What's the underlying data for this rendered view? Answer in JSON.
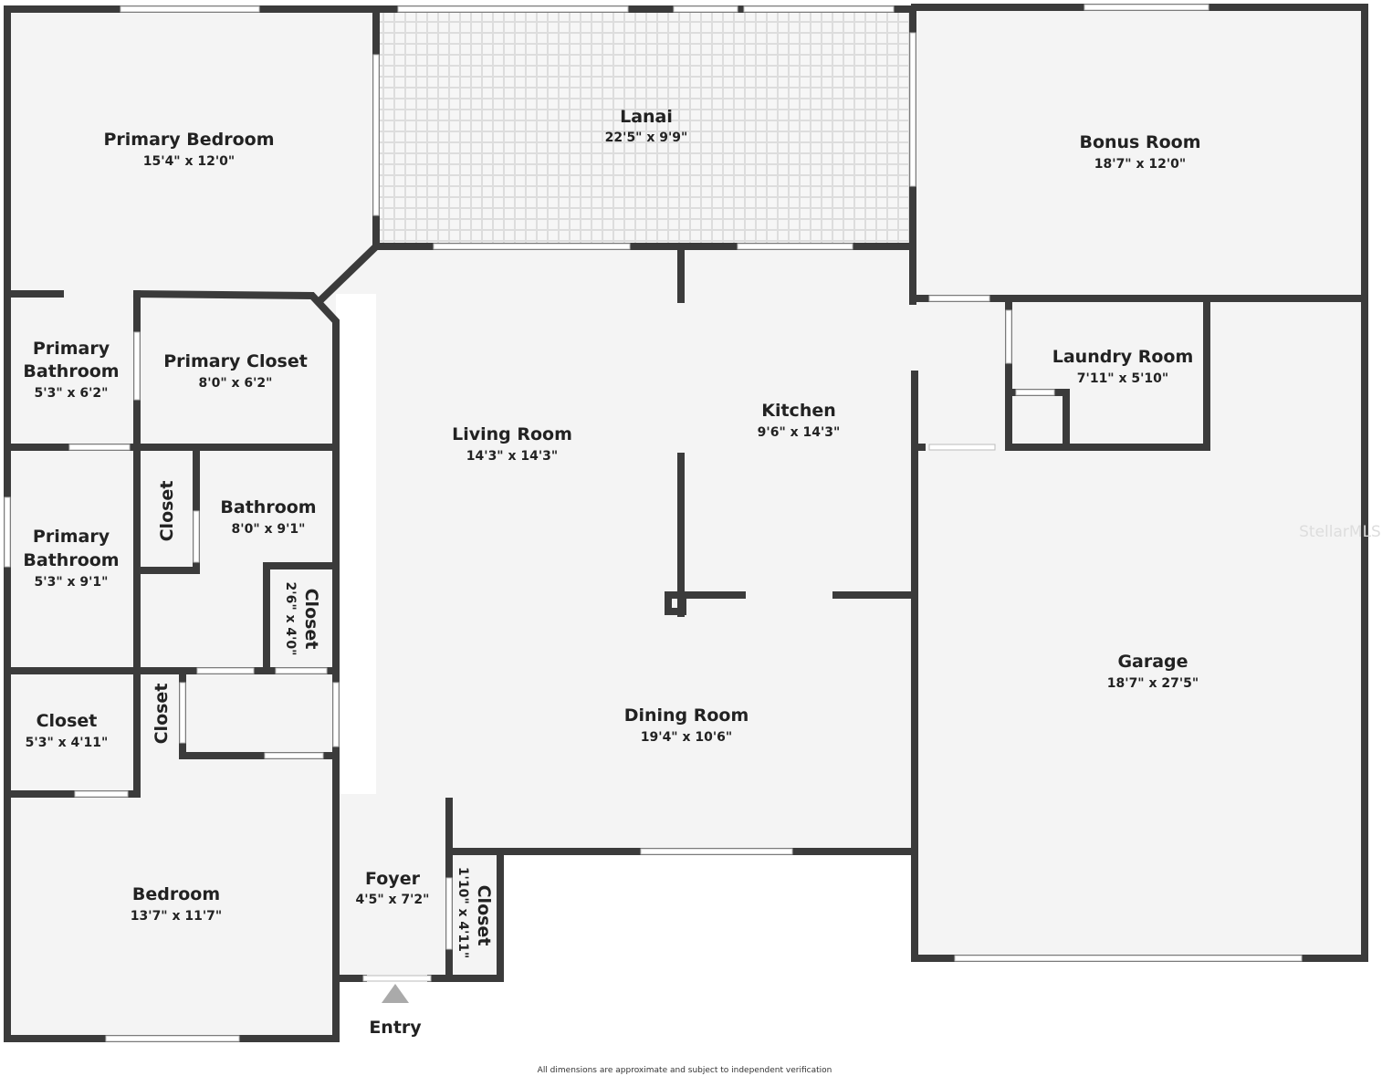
{
  "rooms": {
    "primary_bedroom": {
      "name": "Primary Bedroom",
      "dim": "15'4\" x 12'0\""
    },
    "lanai": {
      "name": "Lanai",
      "dim": "22'5\" x 9'9\""
    },
    "bonus_room": {
      "name": "Bonus Room",
      "dim": "18'7\" x 12'0\""
    },
    "primary_bathroom_1": {
      "name1": "Primary",
      "name2": "Bathroom",
      "dim": "5'3\" x 6'2\""
    },
    "primary_closet": {
      "name": "Primary Closet",
      "dim": "8'0\" x 6'2\""
    },
    "laundry_room": {
      "name": "Laundry Room",
      "dim": "7'11\" x 5'10\""
    },
    "kitchen": {
      "name": "Kitchen",
      "dim": "9'6\" x 14'3\""
    },
    "living_room": {
      "name": "Living Room",
      "dim": "14'3\" x 14'3\""
    },
    "closet_a": {
      "name": "Closet"
    },
    "bathroom": {
      "name": "Bathroom",
      "dim": "8'0\" x 9'1\""
    },
    "primary_bathroom_2": {
      "name1": "Primary",
      "name2": "Bathroom",
      "dim": "5'3\" x 9'1\""
    },
    "closet_b": {
      "name": "Closet",
      "dim": "2'6\" x 4'0\""
    },
    "garage": {
      "name": "Garage",
      "dim": "18'7\" x 27'5\""
    },
    "closet_c": {
      "name": "Closet",
      "dim": "5'3\" x 4'11\""
    },
    "closet_d": {
      "name": "Closet"
    },
    "dining_room": {
      "name": "Dining Room",
      "dim": "19'4\" x 10'6\""
    },
    "bedroom": {
      "name": "Bedroom",
      "dim": "13'7\" x 11'7\""
    },
    "foyer": {
      "name": "Foyer",
      "dim": "4'5\" x 7'2\""
    },
    "closet_e": {
      "name": "Closet",
      "dim": "1'10\" x 4'11\""
    }
  },
  "entry_label": "Entry",
  "watermark": "StellarMLS",
  "disclaimer": "All dimensions are approximate and subject to independent verification",
  "colors": {
    "wall": "#3b3b3b",
    "floor": "#f4f4f4"
  }
}
